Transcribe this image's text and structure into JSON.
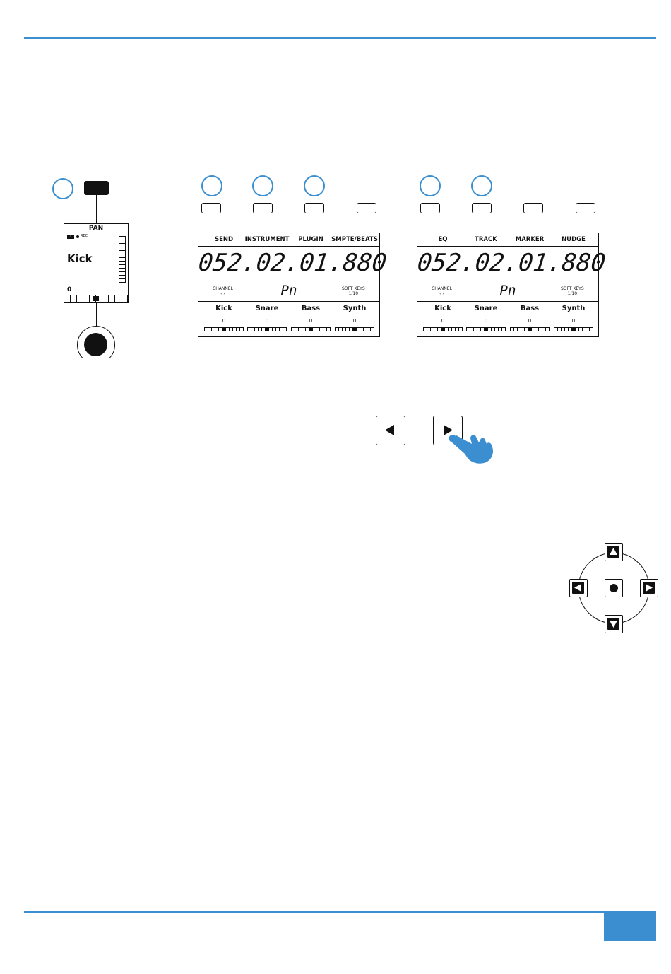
{
  "strip": {
    "display_title": "PAN",
    "track_number": "1",
    "rec_label": "REC",
    "track_name": "Kick",
    "pan_value": "0"
  },
  "lcd1": {
    "headers": [
      "SEND",
      "INSTRUMENT",
      "PLUGIN",
      "SMPTE/BEATS"
    ],
    "timecode": "052.02.01.880",
    "channel_label": "CHANNEL",
    "channel_sub": "‹ ›",
    "mode": "Pn",
    "softkeys_label": "SOFT KEYS",
    "softkeys_page": "1/10",
    "channels": [
      "Kick",
      "Snare",
      "Bass",
      "Synth"
    ],
    "values": [
      "0",
      "0",
      "0",
      "0"
    ]
  },
  "lcd2": {
    "headers": [
      "EQ",
      "TRACK",
      "MARKER",
      "NUDGE"
    ],
    "timecode": "052.02.01.880",
    "channel_label": "CHANNEL",
    "channel_sub": "‹ ›",
    "mode": "Pn",
    "softkeys_label": "SOFT KEYS",
    "softkeys_page": "1/10",
    "channels": [
      "Kick",
      "Snare",
      "Bass",
      "Synth"
    ],
    "values": [
      "0",
      "0",
      "0",
      "0"
    ]
  },
  "icons": {
    "bank_left": "triangle-left-icon",
    "bank_right": "triangle-right-icon",
    "hand": "pointing-hand-icon",
    "nav_up": "arrow-up-icon",
    "nav_down": "arrow-down-icon",
    "nav_left": "arrow-left-icon",
    "nav_right": "arrow-right-icon",
    "nav_center": "dot-icon"
  },
  "colors": {
    "accent": "#3b8fd0",
    "hand": "#3b8fd0",
    "ink": "#111111"
  }
}
